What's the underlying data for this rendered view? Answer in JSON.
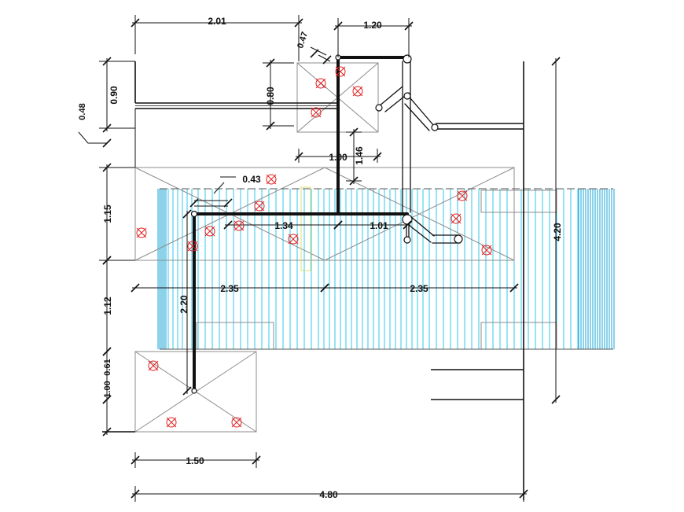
{
  "drawing": {
    "colors": {
      "background": "#ffffff",
      "linework": "#111111",
      "pipe": "#111111",
      "hatch": "#31c8e8",
      "hatch_dark": "#1aa6d6",
      "thin": "#9a9a9a",
      "fixture": "#e02020",
      "guide": "#d8e070"
    },
    "fixture_symbol": "circle-x-icon",
    "dimensions": {
      "top_left_width": "2.01",
      "top_right_width": "1.20",
      "small_vertical": "0.47",
      "left_top_height": "0.90",
      "leader_value": "0.48",
      "inner_height": "0.80",
      "inner_width": "1.00",
      "inner_height_2": "1.46",
      "offset_label": "0.43",
      "left_mid_height": "1.15",
      "segment_a": "1.34",
      "segment_b": "1.01",
      "left_lower_height": "1.12",
      "span_left": "2.35",
      "span_right": "2.35",
      "riser_height": "2.20",
      "overall_right_height": "4.20",
      "left_small_1": "0.61",
      "left_small_2": "1.00",
      "bottom_left_width": "1.50",
      "overall_width": "4.80"
    }
  }
}
